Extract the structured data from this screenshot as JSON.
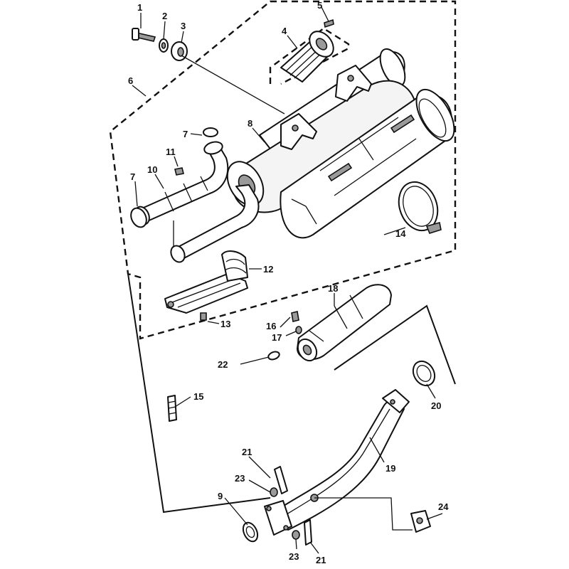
{
  "callouts": {
    "c1": "1",
    "c2": "2",
    "c3": "3",
    "c4": "4",
    "c5": "5",
    "c6": "6",
    "c7a": "7",
    "c7b": "7",
    "c8": "8",
    "c9": "9",
    "c10": "10",
    "c11": "11",
    "c12": "12",
    "c13": "13",
    "c14": "14",
    "c15": "15",
    "c16": "16",
    "c17": "17",
    "c18": "18",
    "c19": "19",
    "c20": "20",
    "c21a": "21",
    "c21b": "21",
    "c22": "22",
    "c23a": "23",
    "c23b": "23",
    "c24": "24"
  }
}
